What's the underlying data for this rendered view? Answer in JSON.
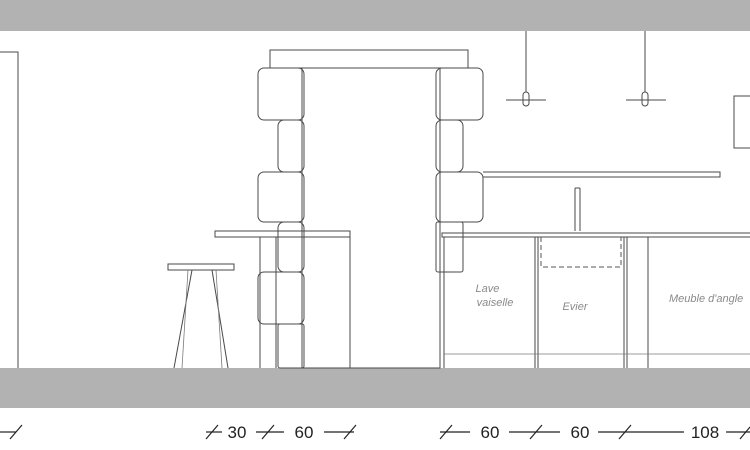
{
  "labels": {
    "dishwasher": [
      "Lave",
      "vaiselle"
    ],
    "sink": "Evier",
    "corner_cabinet": "Meuble d'angle"
  },
  "dimensions": {
    "left_group": [
      "30",
      "60"
    ],
    "right_group": [
      "60",
      "60",
      "108"
    ]
  },
  "colors": {
    "wall_band": "#b2b2b2",
    "line": "#4a4a4a",
    "label": "#8a8a8a"
  }
}
